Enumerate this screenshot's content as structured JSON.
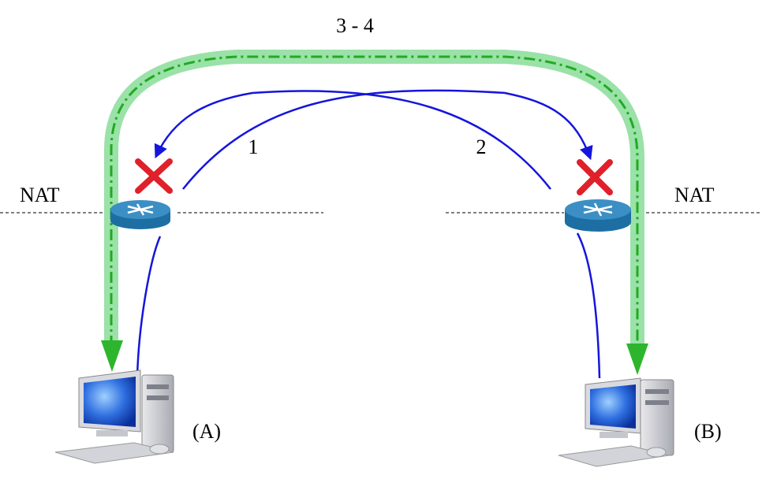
{
  "labels": {
    "top_flow": "3 - 4",
    "arrow_1": "1",
    "arrow_2": "2",
    "nat_left": "NAT",
    "nat_right": "NAT",
    "host_a": "(A)",
    "host_b": "(B)"
  },
  "colors": {
    "direct_path": "#1515dd",
    "relay_band": "#9ae2a8",
    "relay_dash": "#22aa22",
    "relay_arrow": "#2db62d",
    "blocked_x": "#e0202a",
    "nat_line": "#333333",
    "router_top": "#3b8fc4",
    "router_side": "#1d6fa3"
  },
  "icons": {
    "router": "router-icon",
    "blocked": "blocked-x-icon",
    "computer": "desktop-computer-icon"
  }
}
